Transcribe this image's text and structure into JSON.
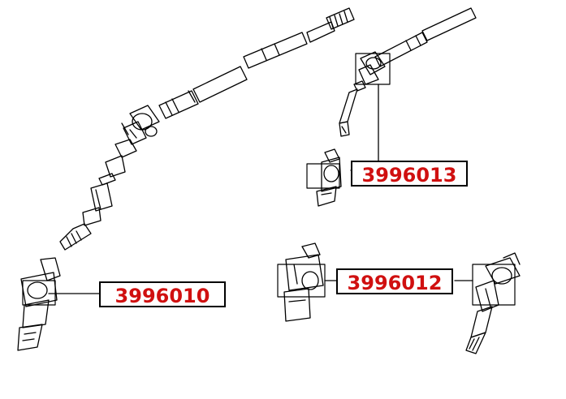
{
  "callouts": [
    {
      "id": "p1",
      "part_number": "3996013"
    },
    {
      "id": "p2",
      "part_number": "3996012"
    },
    {
      "id": "p3",
      "part_number": "3996010"
    }
  ],
  "colors": {
    "line": "#000000",
    "label_text": "#d01010",
    "background": "#ffffff"
  }
}
